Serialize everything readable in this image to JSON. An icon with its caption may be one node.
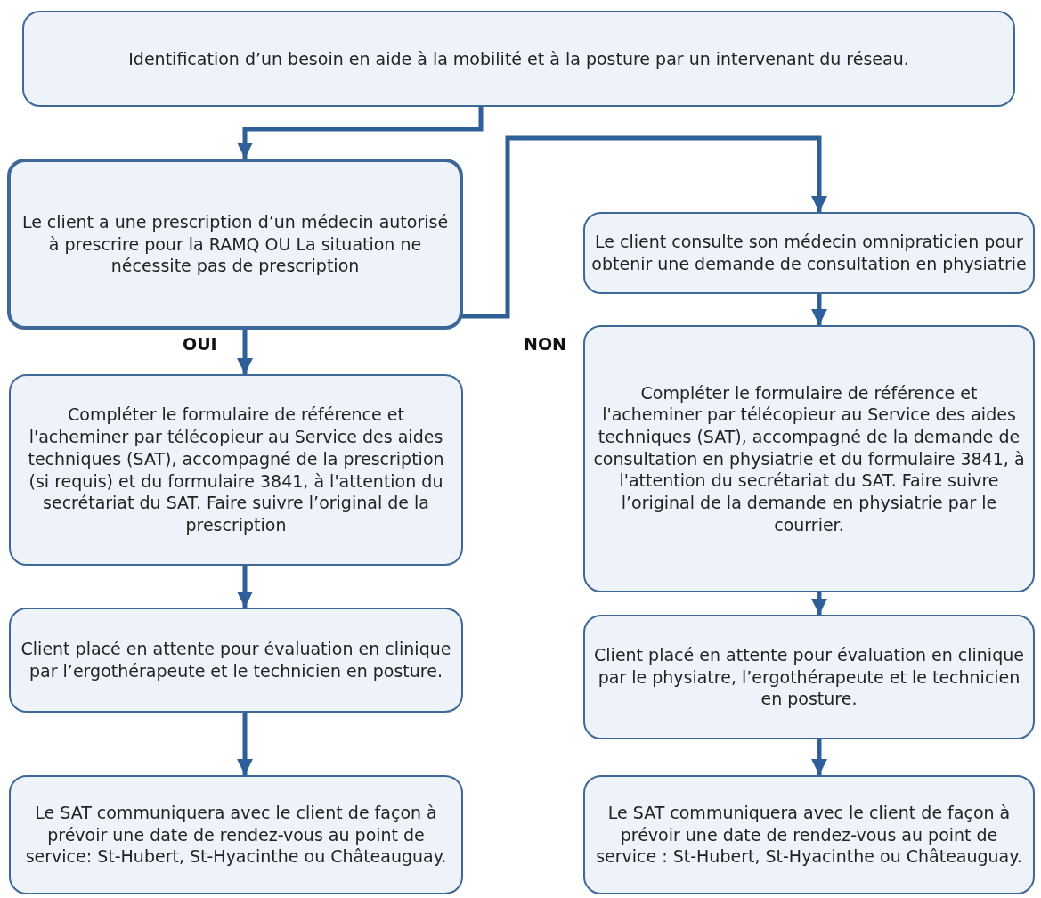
{
  "diagram": {
    "nodes": [
      {
        "text": [
          "Identification d’un besoin en aide à la mobilité et à la posture par un intervenant du réseau."
        ]
      },
      {
        "text": [
          "Le client a une prescription d’un médecin autorisé à prescrire pour la RAMQ OU La situation ne nécessite pas de prescription"
        ]
      },
      {
        "text": [
          "Le client consulte son médecin omnipraticien pour obtenir une demande de consultation en physiatrie"
        ]
      },
      {
        "text": [
          "Compléter le formulaire de référence et l'acheminer par télécopieur au Service des aides techniques (SAT), accompagné de la prescription (si requis) et du formulaire 3841, à l'attention du secrétariat du SAT. Faire suivre l’original de la prescription"
        ]
      },
      {
        "text": [
          "Compléter le formulaire de référence et l'acheminer par télécopieur au Service des aides techniques (SAT), accompagné de la demande de consultation en physiatrie et du formulaire 3841, à l'attention du secrétariat du SAT. Faire suivre l’original de la demande en physiatrie par le courrier."
        ]
      },
      {
        "text": [
          "Client placé en attente pour évaluation en clinique par l’ergothérapeute et le technicien en posture."
        ]
      },
      {
        "text": [
          "Client placé en attente pour évaluation en clinique par le physiatre, l’ergothérapeute et le technicien en posture."
        ]
      },
      {
        "text": [
          "Le SAT communiquera avec le client de façon à prévoir une date de rendez-vous au point de service: St-Hubert, St-Hyacinthe ou Châteauguay."
        ]
      },
      {
        "text": [
          "Le SAT communiquera avec le client de façon à prévoir une date de rendez-vous au point de service : St-Hubert, St-Hyacinthe ou Châteauguay."
        ]
      }
    ],
    "edges": [
      {
        "from": 0,
        "to": 1,
        "arrow": "to"
      },
      {
        "from": 1,
        "to": 3,
        "arrow": "to",
        "label": "OUI"
      },
      {
        "from": 1,
        "to": 2,
        "arrow": "to",
        "label": "NON"
      },
      {
        "from": 2,
        "to": 4,
        "arrow": "to"
      },
      {
        "from": 3,
        "to": 5,
        "arrow": "to"
      },
      {
        "from": 4,
        "to": 6,
        "arrow": "to"
      },
      {
        "from": 5,
        "to": 7,
        "arrow": "to"
      },
      {
        "from": 6,
        "to": 8,
        "arrow": "to"
      }
    ]
  }
}
